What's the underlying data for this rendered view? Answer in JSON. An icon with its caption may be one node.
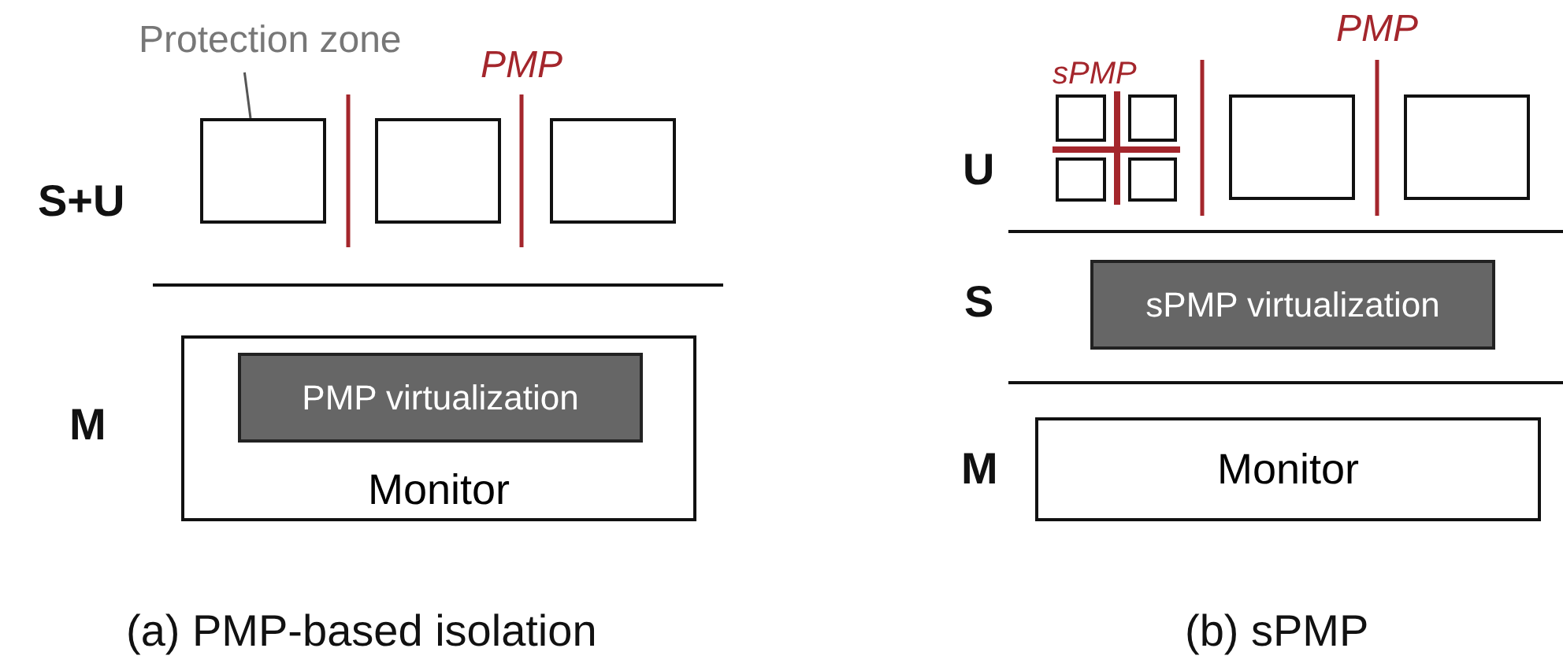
{
  "diagram": {
    "nodes": [
      {
        "text": [
          "Protection zone"
        ]
      },
      {
        "text": [],
        "shape": "box"
      },
      {
        "text": [],
        "shape": "box"
      },
      {
        "text": [],
        "shape": "box"
      },
      {
        "text": [
          "Monitor"
        ]
      },
      {
        "text": [
          "PMP virtualization"
        ],
        "in": 4
      },
      {
        "text": [],
        "shape": "box"
      },
      {
        "text": [],
        "shape": "box"
      },
      {
        "text": [],
        "shape": "box"
      },
      {
        "text": [],
        "shape": "box"
      },
      {
        "text": [],
        "shape": "box"
      },
      {
        "text": [],
        "shape": "box"
      },
      {
        "text": [
          "sPMP virtualization"
        ]
      },
      {
        "text": [
          "Monitor"
        ]
      }
    ],
    "edges": [
      {
        "from": 0,
        "to": 1,
        "arrow": "none"
      }
    ],
    "labels": [
      "PMP",
      "S+U",
      "M",
      "(a) PMP-based isolation",
      "sPMP",
      "PMP",
      "U",
      "S",
      "M",
      "(b) sPMP"
    ]
  }
}
